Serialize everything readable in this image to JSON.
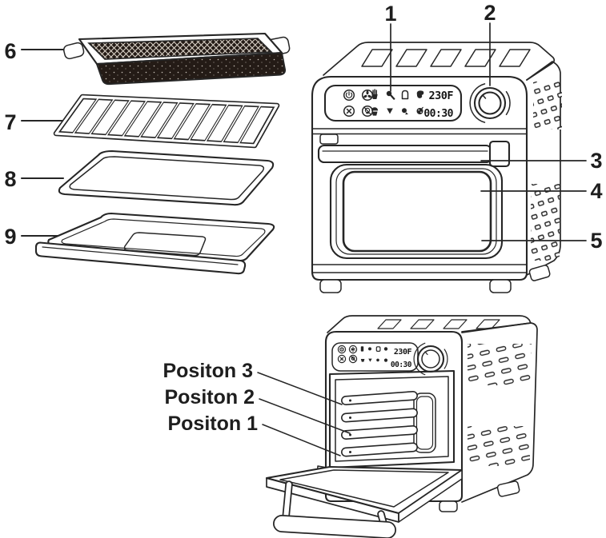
{
  "colors": {
    "ink": "#262626",
    "background": "#ffffff",
    "basket_fill": "#241b16"
  },
  "accessory_callouts": [
    {
      "label": "6"
    },
    {
      "label": "7"
    },
    {
      "label": "8"
    },
    {
      "label": "9"
    }
  ],
  "front_view": {
    "callouts": [
      {
        "label": "1"
      },
      {
        "label": "2"
      },
      {
        "label": "3"
      },
      {
        "label": "4"
      },
      {
        "label": "5"
      }
    ],
    "display": {
      "temperature": "230F",
      "timer": "00:30"
    },
    "panel_icons": [
      "power",
      "fan",
      "cancel",
      "light",
      "fries",
      "drumstick",
      "toast",
      "steak",
      "cupcake",
      "defrost",
      "shrimp",
      "cookie"
    ]
  },
  "open_view": {
    "display": {
      "temperature": "230F",
      "timer": "00:30"
    },
    "position_labels": [
      {
        "label": "Positon 3"
      },
      {
        "label": "Positon 2"
      },
      {
        "label": "Positon 1"
      }
    ]
  }
}
